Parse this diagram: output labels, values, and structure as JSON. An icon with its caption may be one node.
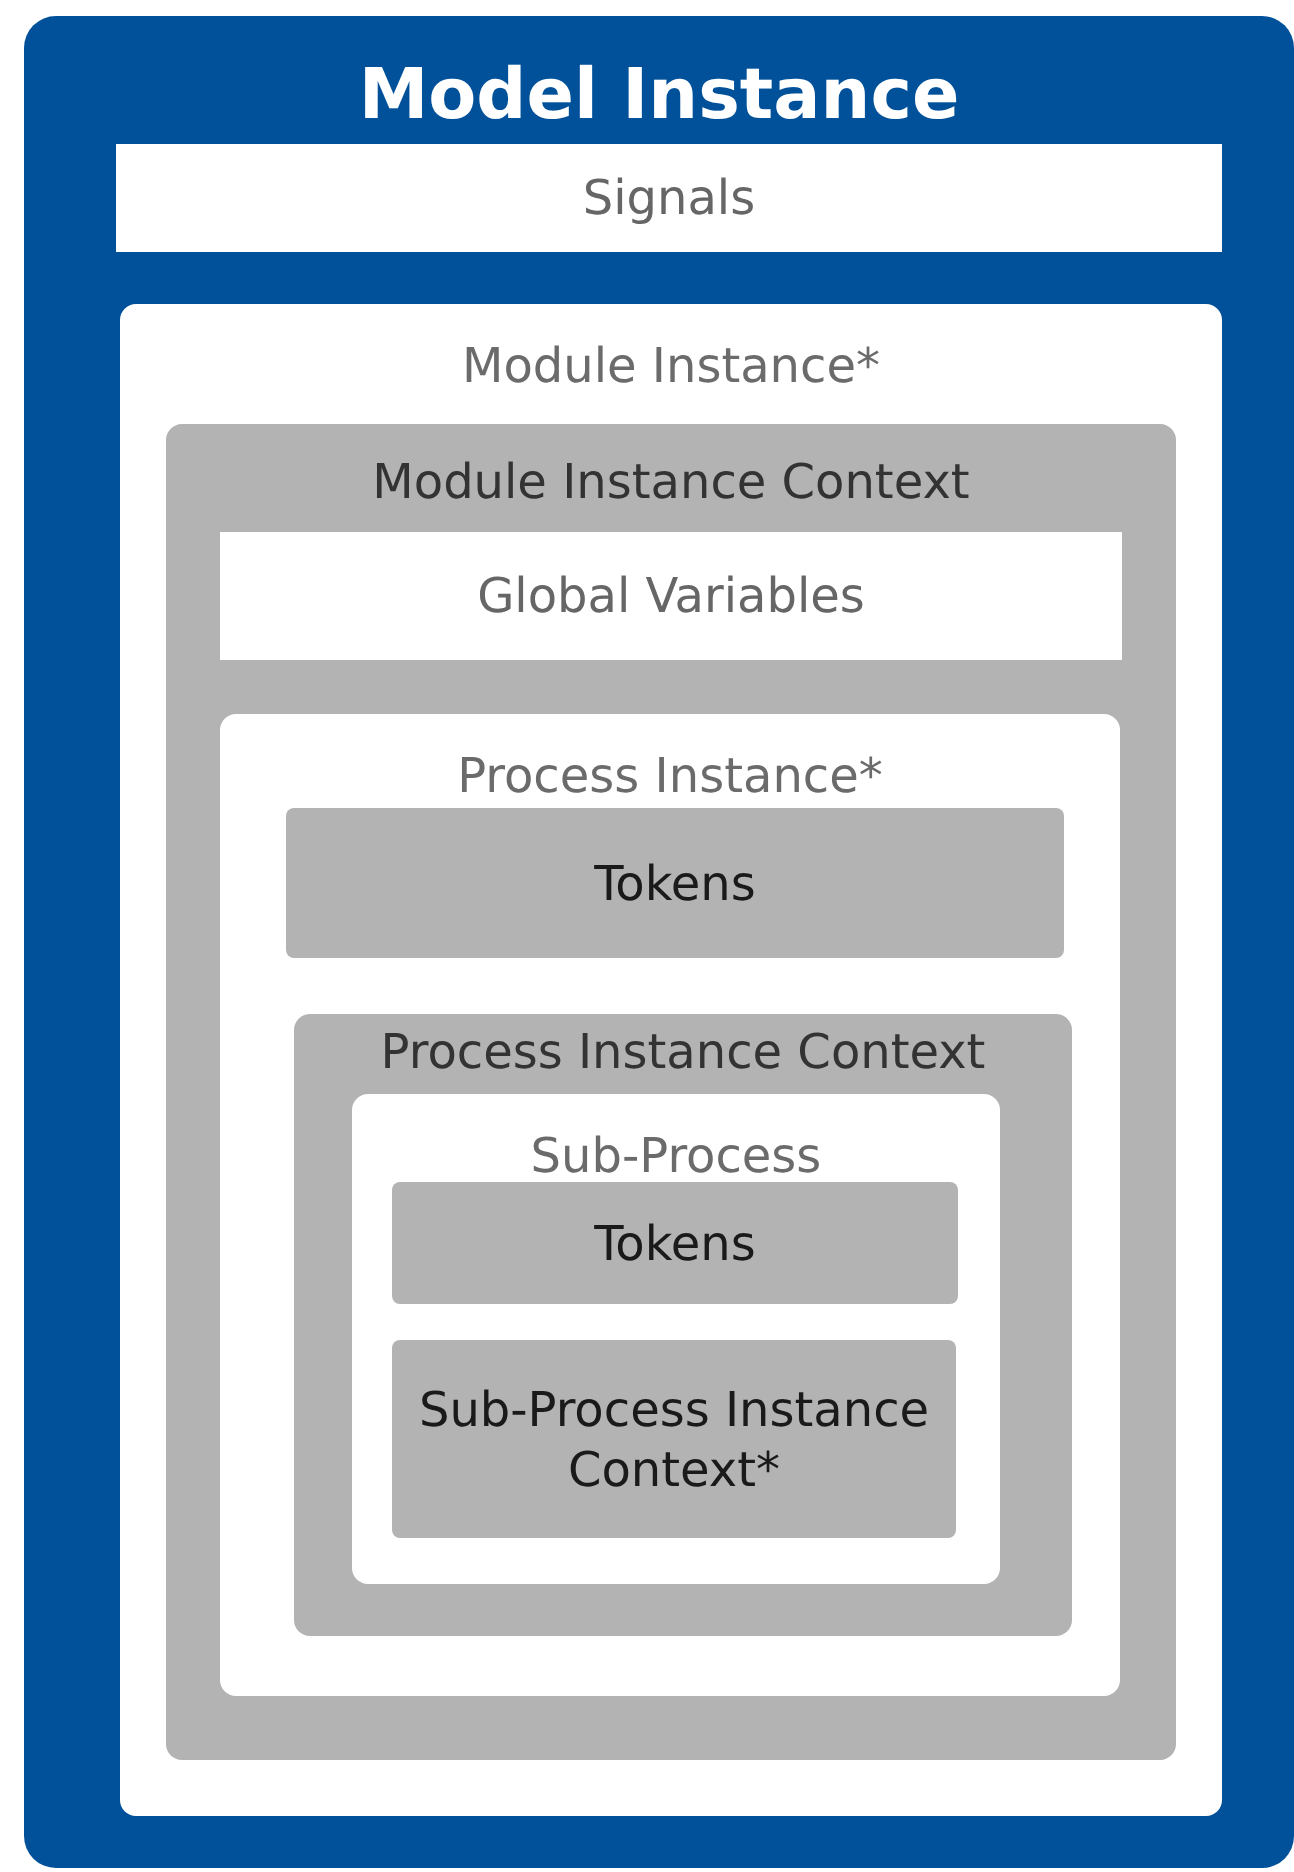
{
  "diagram": {
    "nodes": [
      {
        "text": [
          "Model Instance"
        ]
      },
      {
        "text": [
          "Signals"
        ],
        "in": 0
      },
      {
        "text": [
          "Module Instance*"
        ],
        "in": 0
      },
      {
        "text": [
          "Module Instance Context"
        ],
        "in": 2
      },
      {
        "text": [
          "Global Variables"
        ],
        "in": 3
      },
      {
        "text": [
          "Process Instance*"
        ],
        "in": 3
      },
      {
        "text": [
          "Tokens"
        ],
        "in": 5
      },
      {
        "text": [
          "Process Instance Context"
        ],
        "in": 5
      },
      {
        "text": [
          "Sub-Process"
        ],
        "in": 7
      },
      {
        "text": [
          "Tokens"
        ],
        "in": 8
      },
      {
        "text": [
          "Sub-Process Instance Context*"
        ],
        "in": 8
      }
    ]
  }
}
